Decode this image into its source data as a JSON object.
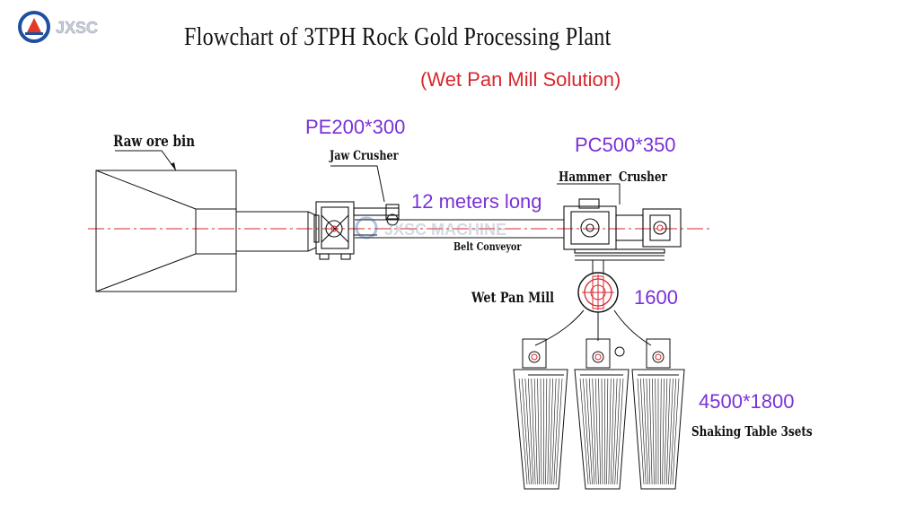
{
  "logo": {
    "text": "JXSC"
  },
  "watermark": "JXSC MACHINE",
  "title": "Flowchart of 3TPH Rock Gold Processing Plant",
  "subtitle": "(Wet Pan Mill Solution)",
  "equipment": {
    "raw_ore_bin": {
      "label": "Raw ore bin"
    },
    "jaw_crusher": {
      "label": "Jaw Crusher",
      "spec": "PE200*300"
    },
    "belt_conveyor": {
      "label": "Belt Conveyor",
      "spec": "12 meters long"
    },
    "hammer_crusher": {
      "label": "Hammer  Crusher",
      "spec": "PC500*350"
    },
    "wet_pan_mill": {
      "label": "Wet Pan Mill",
      "spec": "1600"
    },
    "shaking_table": {
      "label": "Shaking Table 3sets",
      "spec": "4500*1800"
    }
  },
  "colors": {
    "spec_text": "#7a32d6",
    "subtitle": "#d9262c",
    "centerline": "#d9262c",
    "logo": "#1f4fa0"
  }
}
